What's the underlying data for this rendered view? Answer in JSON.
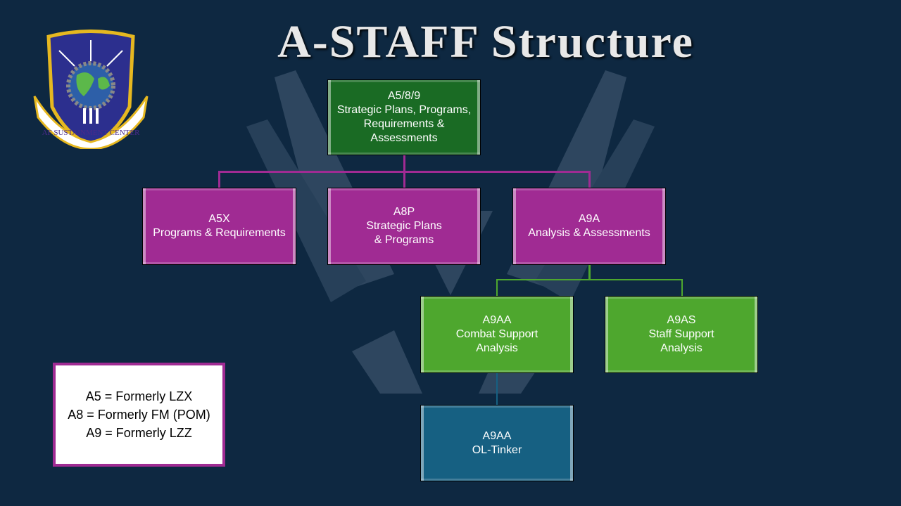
{
  "title": "A-STAFF Structure",
  "logo": {
    "text": "AF SUSTAINMENT CENTER"
  },
  "org": {
    "top": {
      "code": "A5/8/9",
      "lines": [
        "Strategic Plans, Programs,",
        "Requirements &",
        "Assessments"
      ]
    },
    "a5x": {
      "code": "A5X",
      "lines": [
        "Programs & Requirements"
      ]
    },
    "a8p": {
      "code": "A8P",
      "lines": [
        "Strategic Plans",
        "& Programs"
      ]
    },
    "a9a": {
      "code": "A9A",
      "lines": [
        "Analysis & Assessments"
      ]
    },
    "a9aa": {
      "code": "A9AA",
      "lines": [
        "Combat Support",
        "Analysis"
      ]
    },
    "a9as": {
      "code": "A9AS",
      "lines": [
        "Staff Support",
        "Analysis"
      ]
    },
    "ol": {
      "code": "A9AA",
      "lines": [
        "OL-Tinker"
      ]
    }
  },
  "legend": [
    "A5 = Formerly LZX",
    "A8 = Formerly FM (POM)",
    "A9 = Formerly LZZ"
  ],
  "colors": {
    "background": "#0e2841",
    "top": "#1a6b24",
    "level2": "#a02b93",
    "level3": "#4ea72e",
    "level4": "#166082"
  }
}
